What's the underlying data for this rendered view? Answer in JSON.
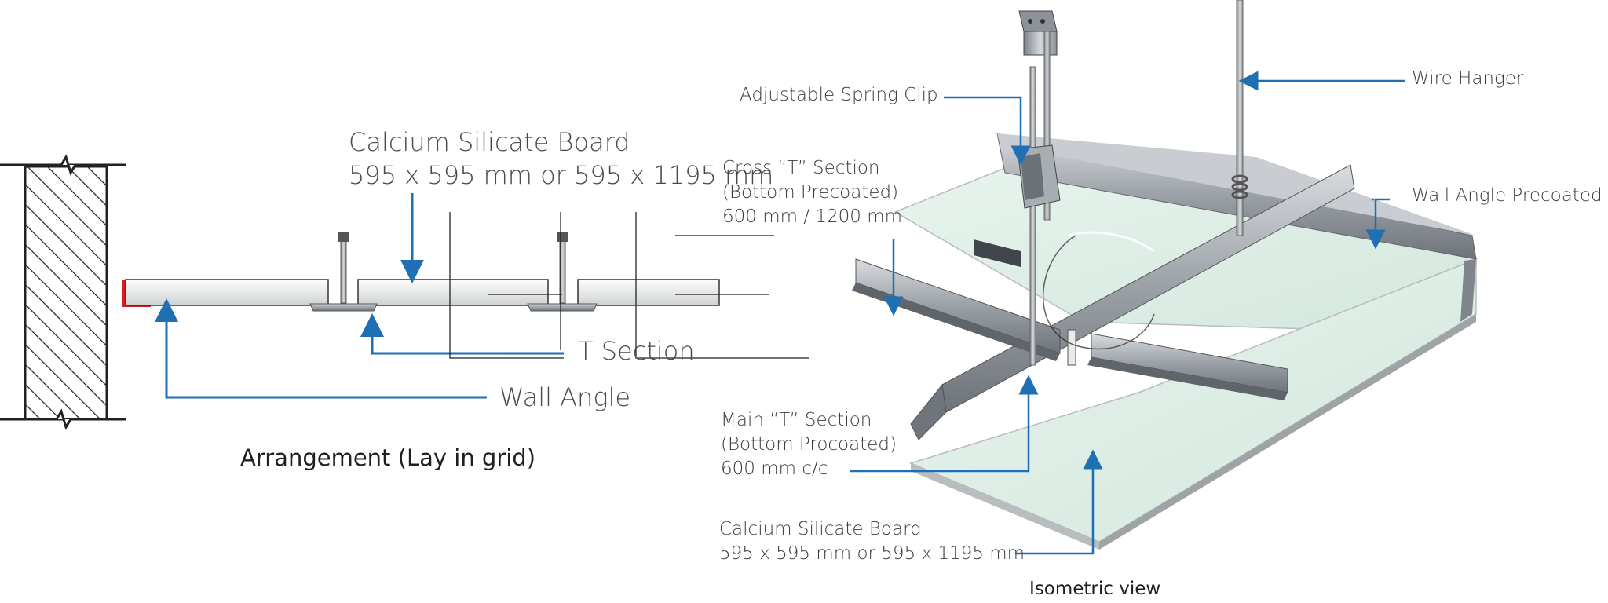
{
  "left": {
    "board_label": [
      "Calcium Silicate Board",
      "595 x 595 mm or 595 x 1195 mm"
    ],
    "t_section_label": "T Section",
    "wall_angle_label": "Wall Angle",
    "caption": "Arrangement (Lay in grid)"
  },
  "right": {
    "spring_clip_label": "Adjustable Spring Clip",
    "wire_hanger_label": "Wire Hanger",
    "cross_t_label": [
      "Cross “T” Section",
      "(Bottom Precoated)",
      "600 mm / 1200 mm"
    ],
    "wall_angle_label": "Wall Angle Precoated",
    "main_t_label": [
      "Main “T” Section",
      "(Bottom Procoated)",
      "600 mm c/c"
    ],
    "board_label": [
      "Calcium Silicate Board",
      "595 x 595 mm or 595 x 1195 mm"
    ],
    "caption": "Isometric view"
  },
  "colors": {
    "leader": "#1f6fb5",
    "wall_angle_edge": "#d21f26",
    "board_tint": "#e6f3ec",
    "metal": "#a9adb2"
  }
}
